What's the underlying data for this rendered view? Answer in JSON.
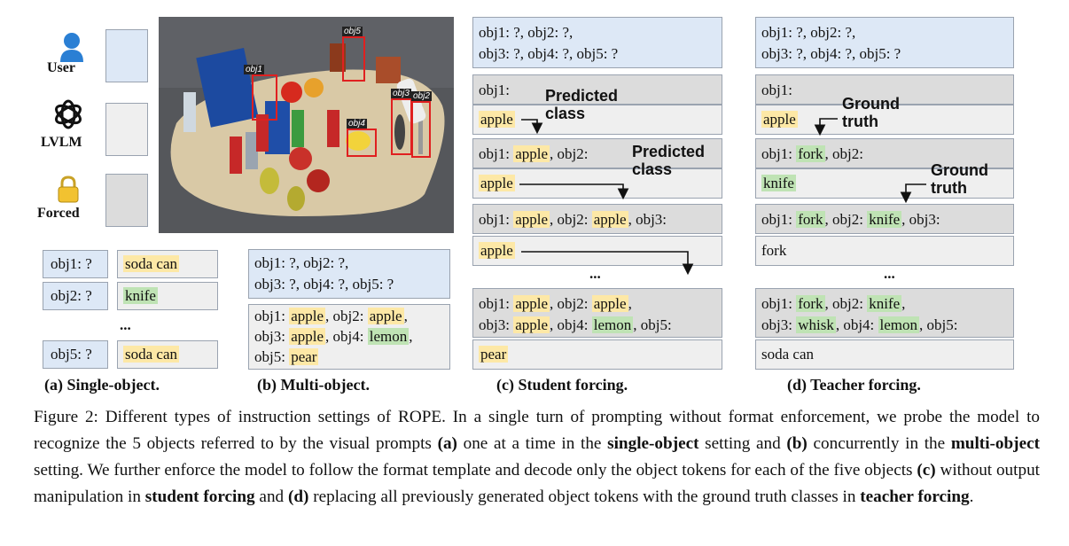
{
  "legend": {
    "user": "User",
    "lvlm": "LVLM",
    "forced": "Forced"
  },
  "image": {
    "labels": [
      "obj1",
      "obj5",
      "obj3",
      "obj2",
      "obj4"
    ]
  },
  "single": {
    "rows": [
      {
        "q": "obj1: ?",
        "a": "soda can"
      },
      {
        "q": "obj2: ?",
        "a": "knife"
      },
      {
        "q": "obj5: ?",
        "a": "soda can"
      }
    ],
    "dots": "...",
    "caption": "(a) Single-object."
  },
  "multi": {
    "q1": "obj1: ?, obj2: ?,",
    "q2": "obj3: ?, obj4: ?, obj5: ?",
    "a": {
      "obj1": "obj1: ",
      "v1": "apple",
      "obj2": ", obj2: ",
      "v2": "apple",
      ",": ",",
      "obj3": "obj3: ",
      "v3": "apple",
      "obj4": ", obj4: ",
      "v4": "lemon",
      "c2": ",",
      "obj5": "obj5: ",
      "v5": "pear"
    },
    "caption": "(b) Multi-object."
  },
  "student": {
    "q1": "obj1: ?, obj2: ?,",
    "q2": "obj3: ?, obj4: ?, obj5: ?",
    "p1": "obj1:",
    "a1": "apple",
    "p2a": "obj1: ",
    "p2v": "apple",
    "p2b": ", obj2:",
    "a2": "apple",
    "p3a": "obj1: ",
    "p3v1": "apple",
    "p3b": ", obj2: ",
    "p3v2": "apple",
    "p3c": ", obj3:",
    "a3": "apple",
    "dots": "...",
    "p5a": "obj1: ",
    "p5v1": "apple",
    "p5b": ", obj2: ",
    "p5v2": "apple",
    "p5c": ",",
    "p5d": "obj3: ",
    "p5v3": "apple",
    "p5e": ", obj4: ",
    "p5v4": "lemon",
    "p5f": ", obj5:",
    "a5": "pear",
    "ann1": "Predicted\nclass",
    "ann2": "Predicted\nclass",
    "caption": "(c) Student forcing."
  },
  "teacher": {
    "q1": "obj1: ?, obj2: ?,",
    "q2": "obj3: ?, obj4: ?, obj5: ?",
    "p1": "obj1:",
    "a1": "apple",
    "p2a": "obj1: ",
    "p2v": "fork",
    "p2b": ", obj2:",
    "a2": "knife",
    "p3a": "obj1: ",
    "p3v1": "fork",
    "p3b": ", obj2: ",
    "p3v2": "knife",
    "p3c": ", obj3:",
    "a3": "fork",
    "dots": "...",
    "p5a": "obj1: ",
    "p5v1": "fork",
    "p5b": ", obj2: ",
    "p5v2": "knife",
    "p5c": ",",
    "p5d": "obj3: ",
    "p5v3": "whisk",
    "p5e": ", obj4: ",
    "p5v4": "lemon",
    "p5f": ", obj5:",
    "a5": "soda can",
    "ann1": "Ground\ntruth",
    "ann2": "Ground\ntruth",
    "caption": "(d) Teacher forcing."
  },
  "figure": {
    "s1": "Figure 2: Different types of instruction settings of ROPE. In a single turn of prompting without format enforcement, we probe the model to recognize the 5 objects referred to by the visual prompts ",
    "b1": "(a)",
    "s2": " one at a time in the ",
    "b2": "single-object",
    "s3": " setting and ",
    "b3": "(b)",
    "s4": " concurrently in the ",
    "b4": "multi-object",
    "s5": " setting. We further enforce the model to follow the format template and decode only the object tokens for each of the five objects ",
    "b5": "(c)",
    "s6": " without output manipulation in ",
    "b6": "student forcing",
    "s7": " and ",
    "b7": "(d)",
    "s8": " replacing all previously generated object tokens with the ground truth classes in ",
    "b8": "teacher forcing",
    "s9": "."
  }
}
